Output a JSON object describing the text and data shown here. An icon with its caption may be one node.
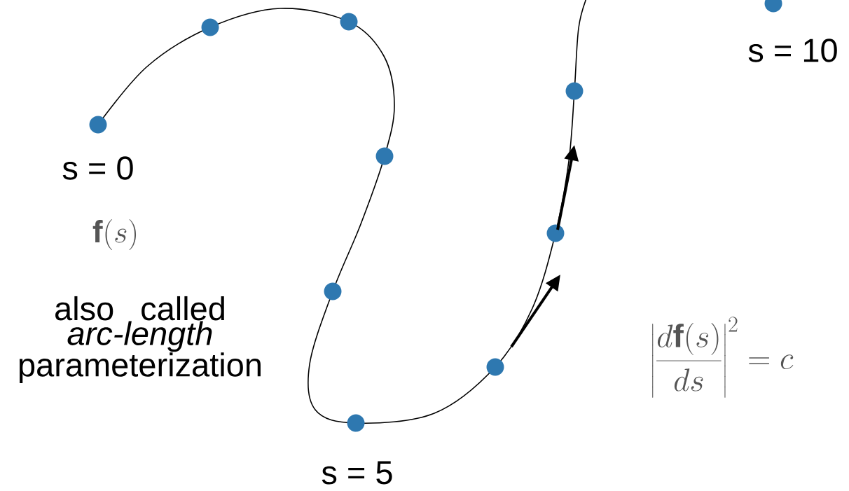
{
  "diagram": {
    "labels": [
      "s = 10",
      "s = 0",
      "\\mathbf{f}(s)",
      "also called *arc-length* parameterization",
      "\\left|\\frac{d\\mathbf{f}(s)}{ds}\\right|^2 = c",
      "s = 5"
    ]
  }
}
